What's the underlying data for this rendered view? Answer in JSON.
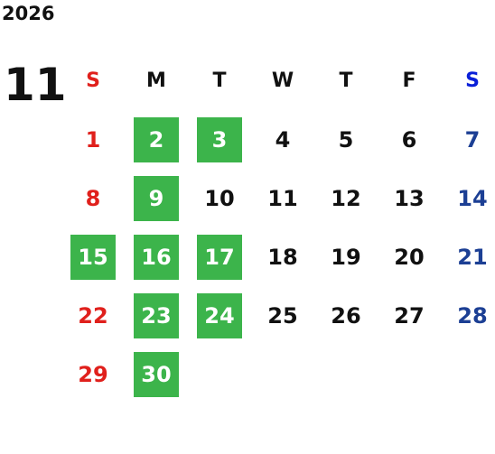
{
  "calendar": {
    "year": "2026",
    "month": "11",
    "weekdays": [
      "S",
      "M",
      "T",
      "W",
      "T",
      "F",
      "S"
    ],
    "weeks": [
      [
        {
          "day": "1",
          "highlight": false
        },
        {
          "day": "2",
          "highlight": true
        },
        {
          "day": "3",
          "highlight": true
        },
        {
          "day": "4",
          "highlight": false
        },
        {
          "day": "5",
          "highlight": false
        },
        {
          "day": "6",
          "highlight": false
        },
        {
          "day": "7",
          "highlight": false
        }
      ],
      [
        {
          "day": "8",
          "highlight": false
        },
        {
          "day": "9",
          "highlight": true
        },
        {
          "day": "10",
          "highlight": false
        },
        {
          "day": "11",
          "highlight": false
        },
        {
          "day": "12",
          "highlight": false
        },
        {
          "day": "13",
          "highlight": false
        },
        {
          "day": "14",
          "highlight": false
        }
      ],
      [
        {
          "day": "15",
          "highlight": true
        },
        {
          "day": "16",
          "highlight": true
        },
        {
          "day": "17",
          "highlight": true
        },
        {
          "day": "18",
          "highlight": false
        },
        {
          "day": "19",
          "highlight": false
        },
        {
          "day": "20",
          "highlight": false
        },
        {
          "day": "21",
          "highlight": false
        }
      ],
      [
        {
          "day": "22",
          "highlight": false
        },
        {
          "day": "23",
          "highlight": true
        },
        {
          "day": "24",
          "highlight": true
        },
        {
          "day": "25",
          "highlight": false
        },
        {
          "day": "26",
          "highlight": false
        },
        {
          "day": "27",
          "highlight": false
        },
        {
          "day": "28",
          "highlight": false
        }
      ],
      [
        {
          "day": "29",
          "highlight": false
        },
        {
          "day": "30",
          "highlight": true
        },
        {
          "day": "",
          "highlight": false
        },
        {
          "day": "",
          "highlight": false
        },
        {
          "day": "",
          "highlight": false
        },
        {
          "day": "",
          "highlight": false
        },
        {
          "day": "",
          "highlight": false
        }
      ]
    ]
  },
  "colors": {
    "highlight": "#3cb44b",
    "sunday": "#e0201c",
    "saturday": "#1c3f94",
    "saturday_header": "#0a1fd8",
    "text": "#111111"
  }
}
